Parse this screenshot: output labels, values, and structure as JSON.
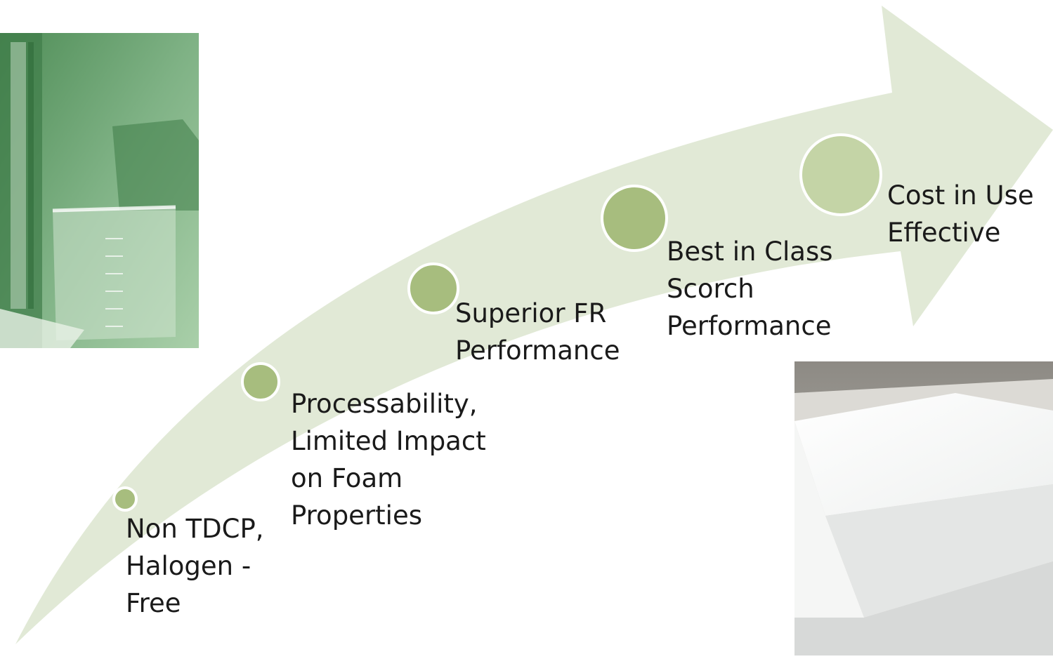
{
  "diagram": {
    "steps": [
      {
        "label": "Non TDCP,\nHalogen -\nFree"
      },
      {
        "label": "Processability,\nLimited Impact\non Foam\nProperties"
      },
      {
        "label": "Superior FR\nPerformance"
      },
      {
        "label": "Best in Class\nScorch\nPerformance"
      },
      {
        "label": "Cost in Use\nEffective"
      }
    ],
    "images": {
      "top_left": "lab-glassware-photo",
      "bottom_right": "foam-block-photo"
    },
    "colors": {
      "arrow": "#e1e9d6",
      "circle": "#a7bd7e",
      "circle_large": "#c4d4a6",
      "circle_outline": "#ffffff",
      "text": "#1a1a1a",
      "photo_tint": "#5f9a63"
    }
  }
}
